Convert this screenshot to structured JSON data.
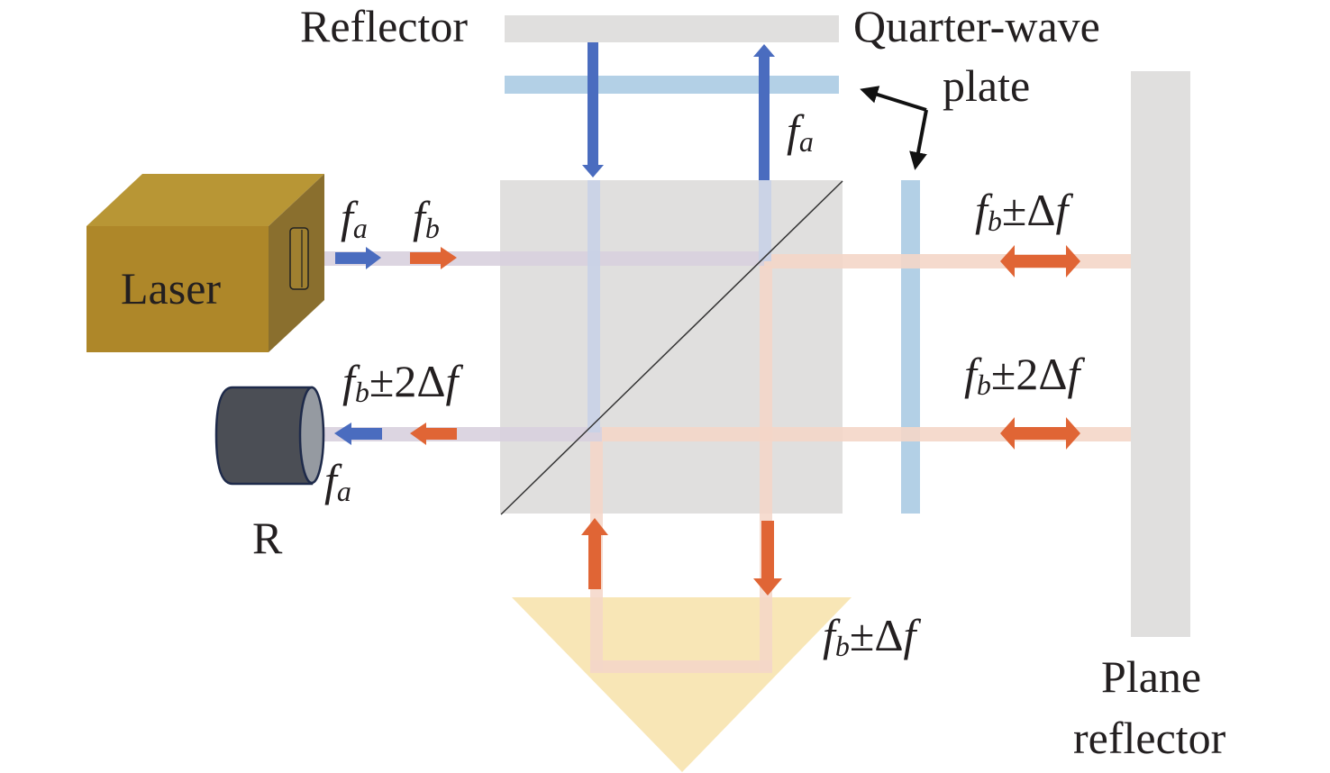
{
  "diagram": {
    "colors": {
      "reflector_gray": "#e0dfde",
      "qwp_blue": "#b3d0e6",
      "beam_blue": "#4a6cbf",
      "beam_orange": "#e06535",
      "beam_light_blue": "#c9d2e6",
      "beam_light_orange": "#f4d6c8",
      "beam_mixed": "#d8d0de",
      "laser_front": "#ae8729",
      "laser_top": "#b89635",
      "laser_side": "#8a6f2e",
      "detector_body": "#4b4e55",
      "detector_face": "#959aa1",
      "detector_outline": "#1e2a4a",
      "prism_fill": "#f8e6b6"
    },
    "labels": {
      "reflector": "Reflector",
      "quarter_wave_line1": "Quarter-wave",
      "quarter_wave_line2": "plate",
      "laser": "Laser",
      "detector": "R",
      "plane_reflector_line1": "Plane",
      "plane_reflector_line2": "reflector"
    },
    "symbols": {
      "f": "f",
      "sub_a": "a",
      "sub_b": "b",
      "pm_df": "±Δ",
      "pm_2df": "±2Δ"
    },
    "annotations": [
      {
        "id": "laser-out-fa",
        "text": "f_a"
      },
      {
        "id": "laser-out-fb",
        "text": "f_b"
      },
      {
        "id": "ref-arm-fa",
        "text": "f_a"
      },
      {
        "id": "meas-beam-upper",
        "text": "f_b±Δf"
      },
      {
        "id": "meas-beam-lower",
        "text": "f_b±2Δf"
      },
      {
        "id": "detector-in-fb",
        "text": "f_b±2Δf"
      },
      {
        "id": "detector-in-fa",
        "text": "f_a"
      },
      {
        "id": "prism-fb",
        "text": "f_b±Δf"
      }
    ]
  }
}
